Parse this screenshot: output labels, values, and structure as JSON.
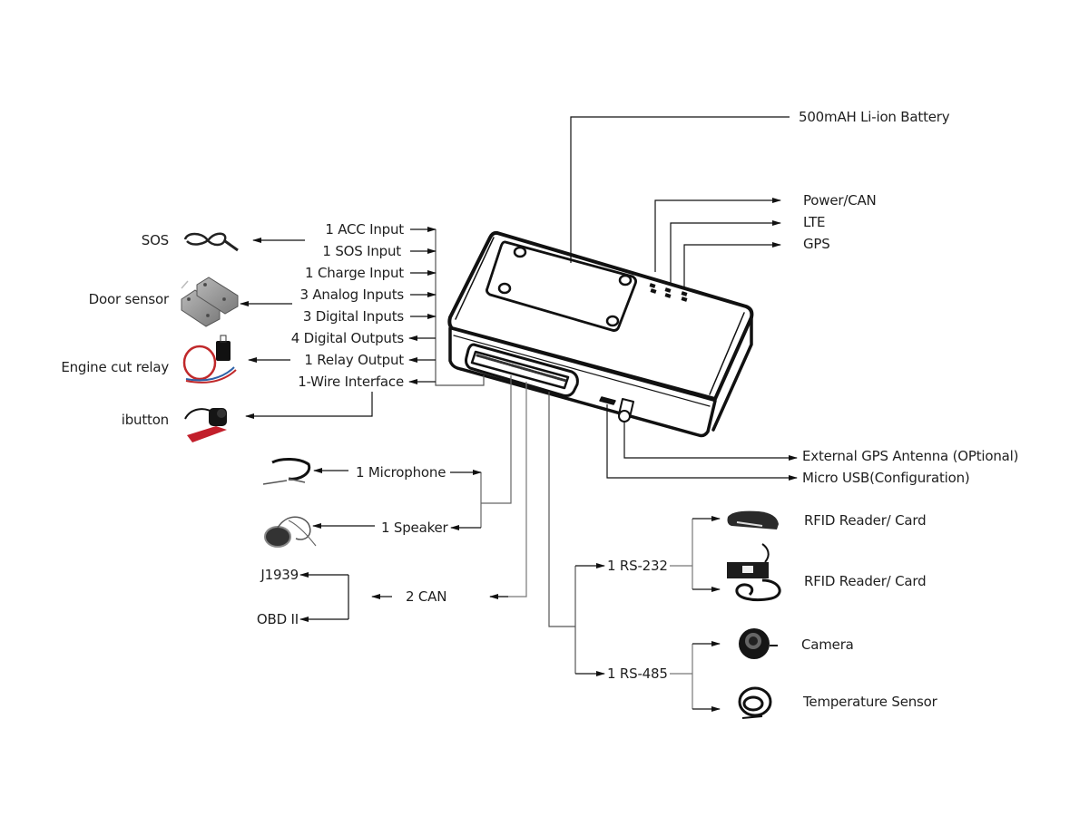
{
  "diagram": {
    "device_name": "GPS tracker device",
    "top_callouts": {
      "battery": "500mAH Li-ion Battery",
      "leds": [
        "Power/CAN",
        "LTE",
        "GPS"
      ]
    },
    "io_ports": [
      {
        "label": "1 ACC Input",
        "direction": "in"
      },
      {
        "label": "1 SOS Input",
        "direction": "in"
      },
      {
        "label": "1 Charge Input",
        "direction": "in"
      },
      {
        "label": "3 Analog Inputs",
        "direction": "in"
      },
      {
        "label": "3 Digital Inputs",
        "direction": "in"
      },
      {
        "label": "4 Digital Outputs",
        "direction": "out"
      },
      {
        "label": "1 Relay Output",
        "direction": "out"
      },
      {
        "label": "1-Wire Interface",
        "direction": "out"
      }
    ],
    "accessories_left": [
      {
        "label": "SOS",
        "icon": "sos-button-cable-icon"
      },
      {
        "label": "Door sensor",
        "icon": "door-sensor-icon"
      },
      {
        "label": "Engine cut relay",
        "icon": "relay-icon"
      },
      {
        "label": "ibutton",
        "icon": "ibutton-reader-icon"
      }
    ],
    "audio": {
      "microphone": "1 Microphone",
      "speaker": "1 Speaker"
    },
    "can": {
      "label": "2 CAN",
      "protocols": [
        "J1939",
        "OBD II"
      ]
    },
    "side_ports": {
      "gps_antenna": "External GPS Antenna (OPtional)",
      "usb": "Micro USB(Configuration)"
    },
    "serial": {
      "rs232": {
        "label": "1 RS-232",
        "devices": [
          "RFID Reader/ Card",
          "RFID Reader/ Card"
        ]
      },
      "rs485": {
        "label": "1 RS-485",
        "devices": [
          "Camera",
          "Temperature Sensor"
        ]
      }
    }
  }
}
